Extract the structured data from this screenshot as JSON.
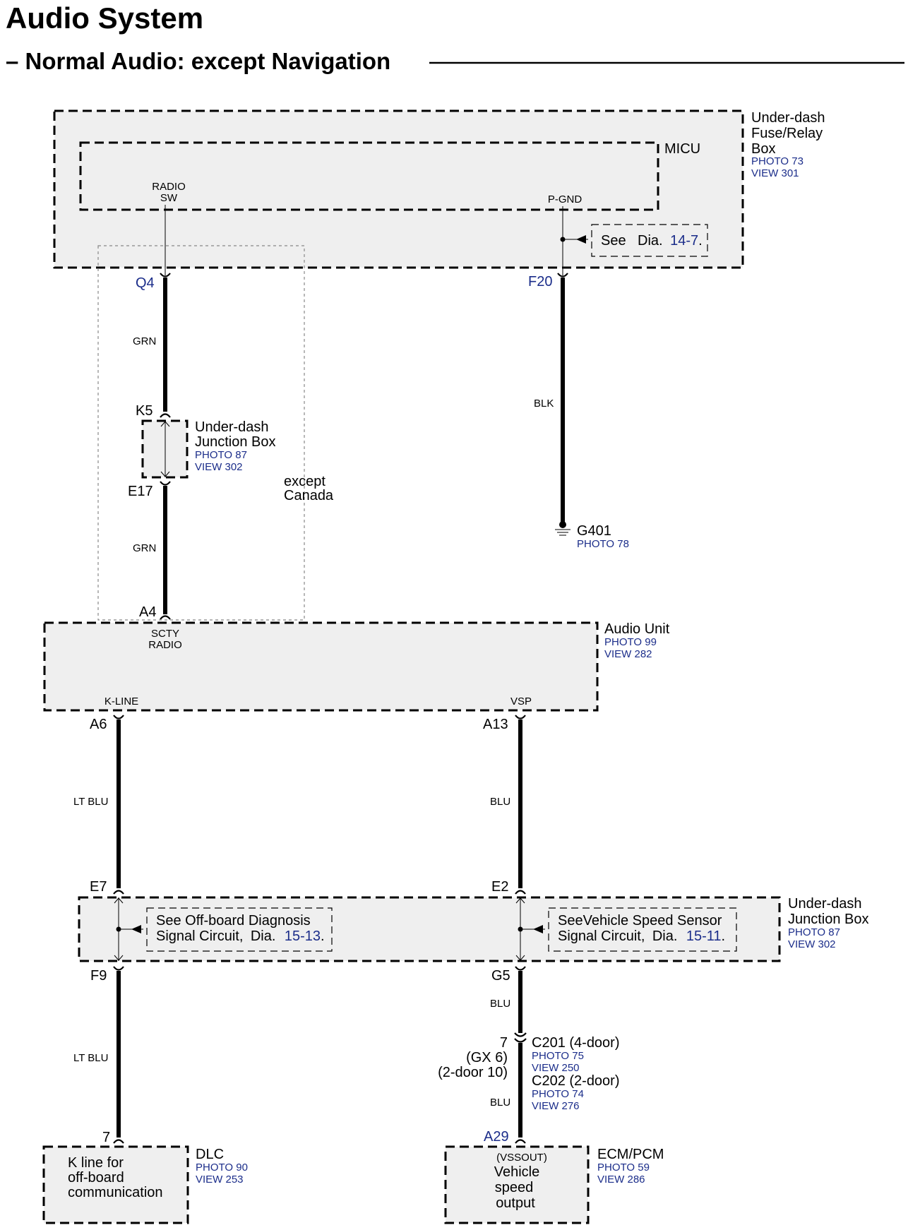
{
  "header": {
    "title": "Audio System",
    "subtitle": "– Normal Audio: except Navigation"
  },
  "top_box": {
    "name": [
      "Under-dash",
      "Fuse/Relay",
      "Box"
    ],
    "photo": "PHOTO 73",
    "view": "VIEW 301",
    "micu": "MICU",
    "radio_sw": [
      "RADIO",
      "SW"
    ],
    "pgnd": "P-GND",
    "see_ref": {
      "see": "See",
      "dia": "Dia.",
      "num": "14-7",
      "dot": "."
    }
  },
  "connectors": {
    "q4": "Q4",
    "f20": "F20",
    "k5": "K5",
    "e17": "E17",
    "a4": "A4",
    "a6": "A6",
    "a13": "A13",
    "e7": "E7",
    "e2": "E2",
    "f9": "F9",
    "g5": "G5",
    "dlc_pin": "7",
    "a29": "A29",
    "c201_pins": [
      "7",
      "(GX 6)",
      "(2-door 10)"
    ]
  },
  "wires": {
    "grn1": "GRN",
    "grn2": "GRN",
    "blk": "BLK",
    "ltblu1": "LT BLU",
    "blu1": "BLU",
    "ltblu2": "LT BLU",
    "blu2": "BLU",
    "blu3": "BLU"
  },
  "junction_small": {
    "name": [
      "Under-dash",
      "Junction Box"
    ],
    "photo": "PHOTO 87",
    "view": "VIEW 302"
  },
  "except_canada": [
    "except",
    "Canada"
  ],
  "ground": {
    "name": "G401",
    "photo": "PHOTO 78"
  },
  "audio_unit": {
    "name": "Audio Unit",
    "photo": "PHOTO 99",
    "view": "VIEW 282",
    "scty": [
      "SCTY",
      "RADIO"
    ],
    "kline": "K-LINE",
    "vsp": "VSP"
  },
  "junction_big": {
    "name": [
      "Under-dash",
      "Junction Box"
    ],
    "photo": "PHOTO 87",
    "view": "VIEW 302",
    "note_left": {
      "line1": "See Off-board Diagnosis",
      "line2": "Signal Circuit,",
      "dia": "Dia.",
      "num": "15-13",
      "dot": "."
    },
    "note_right": {
      "line1": "SeeVehicle Speed Sensor",
      "line2": "Signal Circuit,",
      "dia": "Dia.",
      "num": "15-11",
      "dot": "."
    }
  },
  "c201": {
    "name": "C201 (4-door)",
    "photo": "PHOTO 75",
    "view": "VIEW 250"
  },
  "c202": {
    "name": "C202 (2-door)",
    "photo": "PHOTO 74",
    "view": "VIEW 276"
  },
  "dlc": {
    "name": "DLC",
    "photo": "PHOTO 90",
    "view": "VIEW 253",
    "desc": [
      "K line for",
      "off-board",
      "communication"
    ]
  },
  "ecm": {
    "name": "ECM/PCM",
    "photo": "PHOTO 59",
    "view": "VIEW 286",
    "desc": [
      "(VSSOUT)",
      "Vehicle",
      "speed",
      "output"
    ]
  },
  "colors": {
    "reference_blue": "#1b2d8a",
    "box_fill": "#efefef",
    "line": "#000000"
  }
}
